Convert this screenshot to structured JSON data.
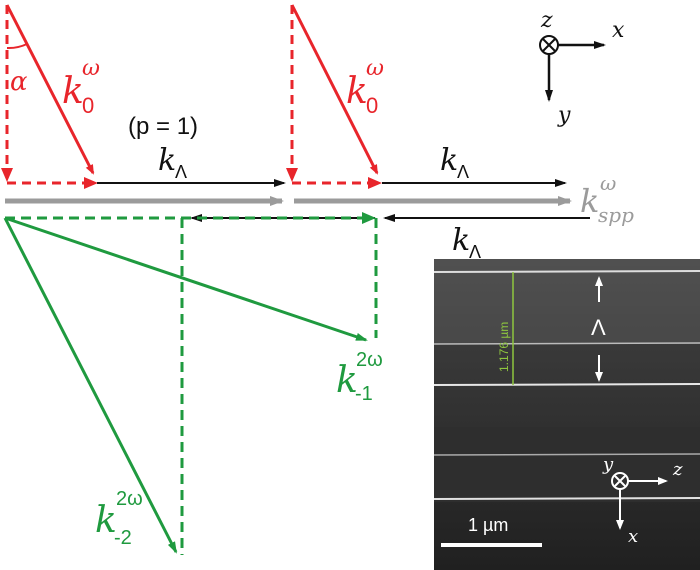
{
  "colors": {
    "red": "#e8252b",
    "black": "#111111",
    "gray": "#9b9b9b",
    "green": "#1f9a3f",
    "sem_bg": "#2b2b2b",
    "scale_green": "#8ec63f",
    "white": "#ffffff"
  },
  "labels": {
    "alpha": "α",
    "k0_base": "k",
    "k0_sub": "0",
    "k0_sup": "ω",
    "p_label": "(p = 1)",
    "kL_base": "k",
    "kL_sub": "Λ",
    "kspp_base": "k",
    "kspp_sub": "spp",
    "kspp_sup": "ω",
    "km1_base": "k",
    "km1_sub": "-1",
    "km1_sup": "2ω",
    "km2_base": "k",
    "km2_sub": "-2",
    "km2_sup": "2ω"
  },
  "axes_main": {
    "z": "z",
    "x": "x",
    "y": "y"
  },
  "inset": {
    "period_label": "Λ",
    "measure_label": "1.176 µm",
    "scalebar_label": "1 µm",
    "axes": {
      "y": "y",
      "z": "z",
      "x": "x"
    }
  }
}
